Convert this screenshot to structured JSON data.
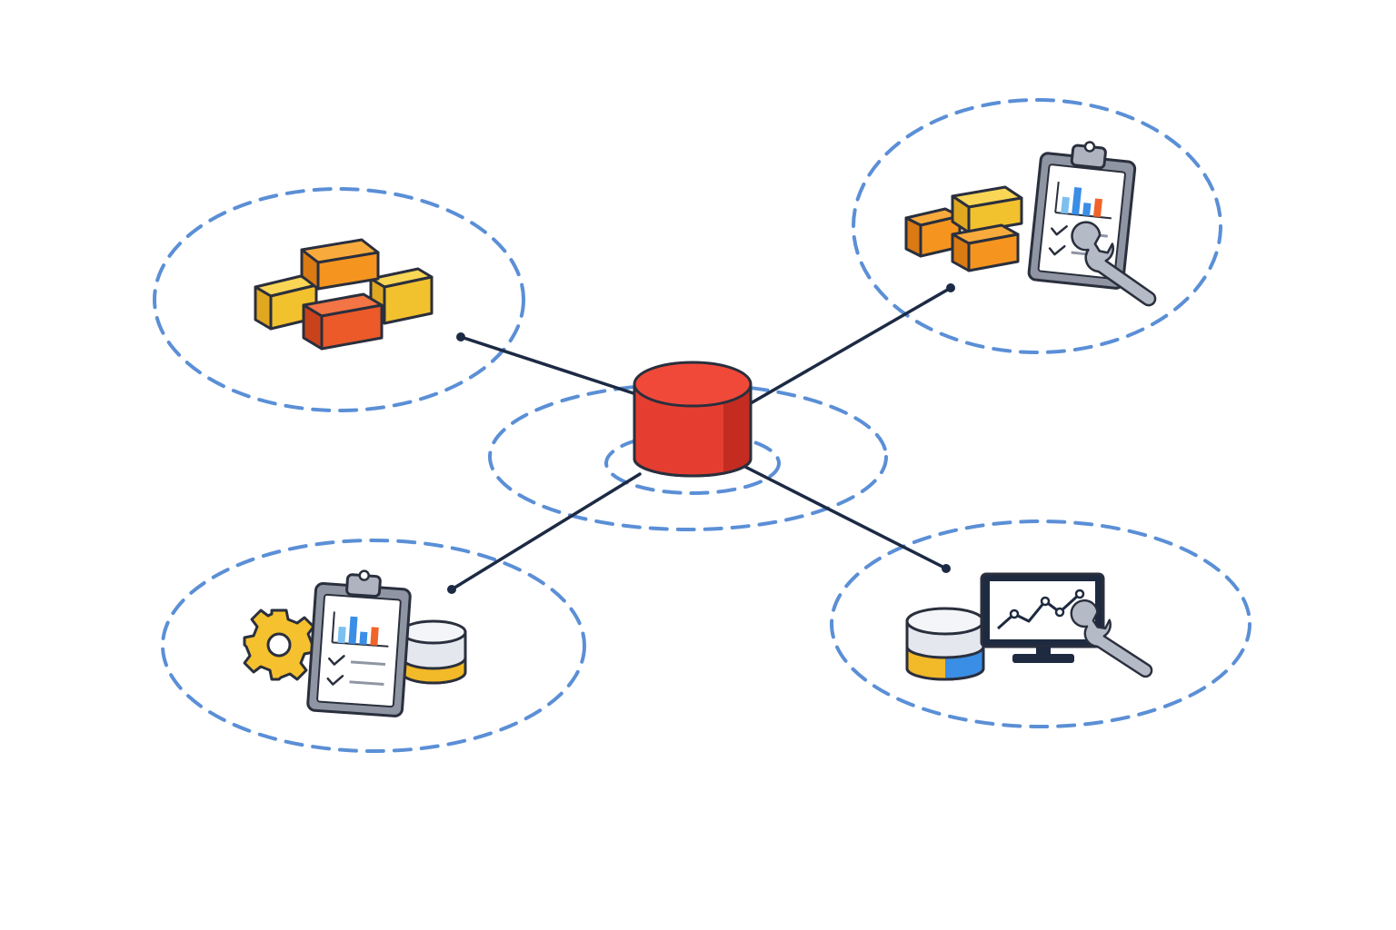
{
  "colors": {
    "background": "#ffffff",
    "dashed_ring": "#5b8fd6",
    "connector": "#1c2a44",
    "outline": "#2a2f3d",
    "hub_red": "#e53e30",
    "hub_red_dark": "#c42c21",
    "hub_red_top": "#f0493a",
    "block_orange": "#f5951f",
    "block_orange_top": "#f8ab3c",
    "block_yellow": "#f2c12e",
    "block_yellow_top": "#f9d655",
    "block_red": "#ec5a2a",
    "block_red_top": "#f37445",
    "clipboard_frame": "#8f95a3",
    "clipboard_paper": "#ffffff",
    "chart_blue": "#3a8ee6",
    "chart_light_blue": "#7cc0f0",
    "chart_orange": "#f0642a",
    "gear_yellow": "#f5c12e",
    "cylinder_grey": "#e4e7ee",
    "cylinder_yellow": "#f2b928",
    "cylinder_blue": "#3a8ee6",
    "monitor_dark": "#1e2a40",
    "wrench_grey": "#b4bac6"
  },
  "diagram": {
    "hub": {
      "icon": "database-cylinder-icon"
    },
    "clusters": [
      {
        "id": "top-left",
        "icons": [
          "stacked-blocks-icon"
        ]
      },
      {
        "id": "top-right",
        "icons": [
          "stacked-blocks-icon",
          "clipboard-chart-icon",
          "wrench-icon"
        ]
      },
      {
        "id": "bottom-left",
        "icons": [
          "gear-icon",
          "clipboard-chart-icon",
          "database-icon"
        ]
      },
      {
        "id": "bottom-right",
        "icons": [
          "database-icon",
          "monitor-line-chart-icon",
          "wrench-icon"
        ]
      }
    ]
  }
}
